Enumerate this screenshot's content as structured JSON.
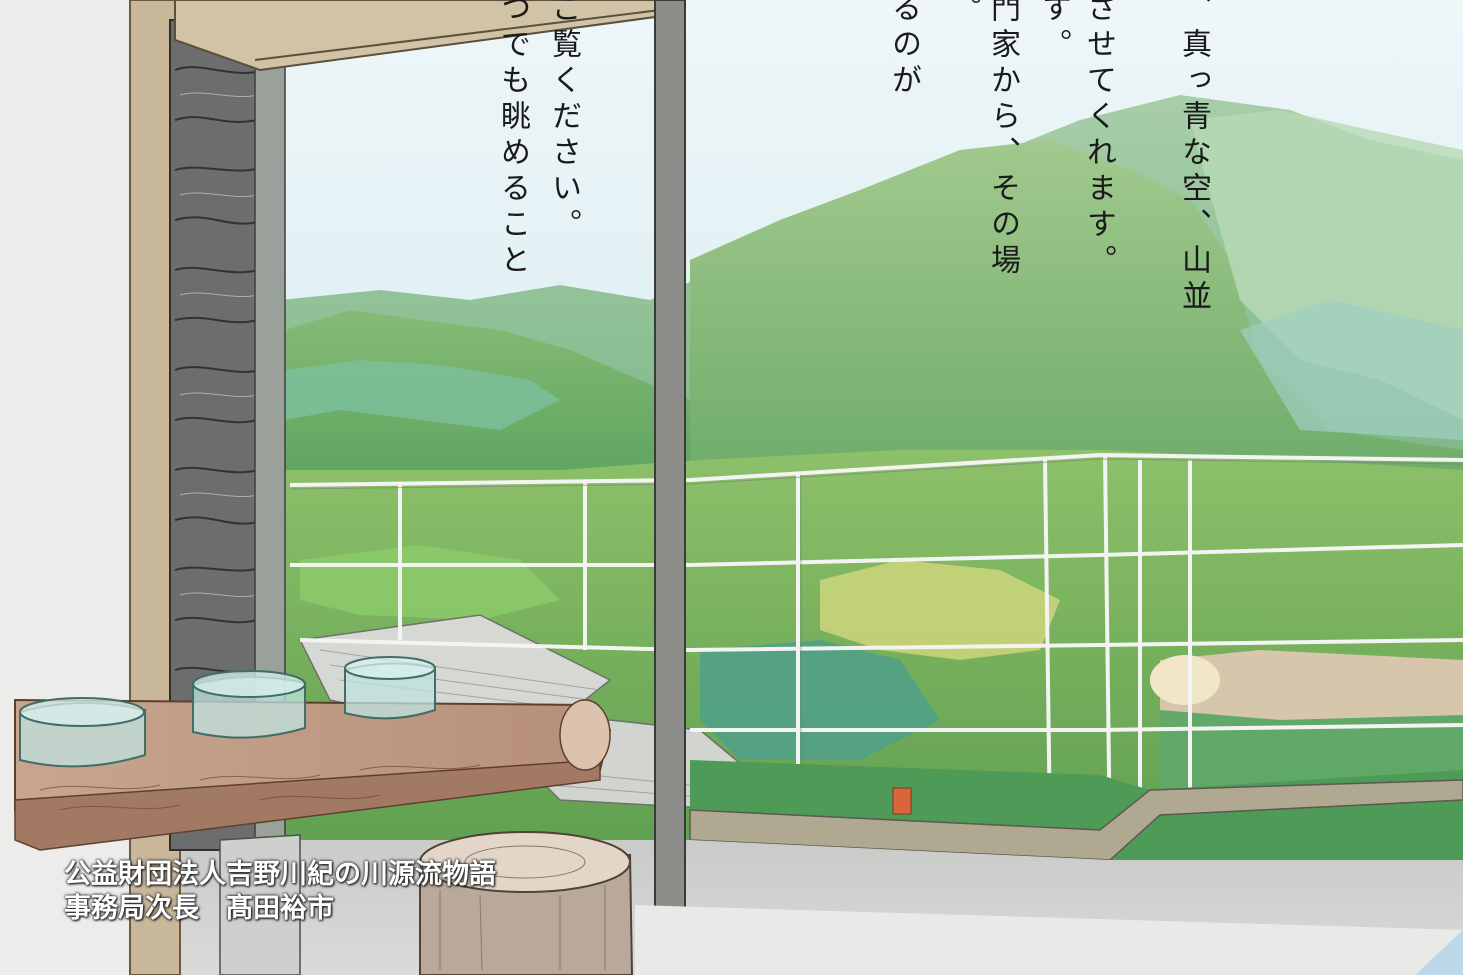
{
  "body_text_columns": [
    "、真っ青な空、山並",
    "させてくれます。",
    "す。",
    "門家から、その場",
    "。",
    "るのが",
    "ご覧ください。",
    "つでも眺めること"
  ],
  "caption": {
    "organization": "公益財団法人吉野川紀の川源流物語",
    "title_and_name": "事務局次長　髙田裕市"
  }
}
